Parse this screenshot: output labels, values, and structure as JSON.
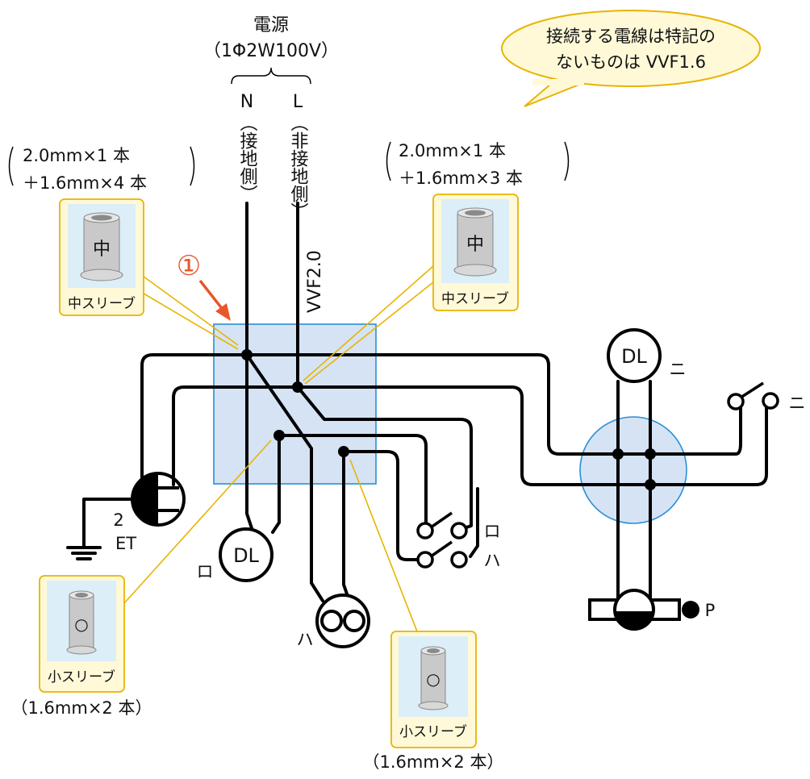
{
  "source": {
    "title": "電源",
    "spec": "（1Φ2W100V）",
    "neutral": "N",
    "neutral_side": "（接地側）",
    "line": "L",
    "line_side": "（非接地側）",
    "cable": "VVF2.0"
  },
  "callout": {
    "line1": "接続する電線は特記の",
    "line2": "ないものは VVF1.6"
  },
  "sleeve_left_top": {
    "note_line1": "2.0mm×1 本",
    "note_line2": "＋1.6mm×4 本",
    "mark": "中",
    "label": "中スリーブ"
  },
  "sleeve_right_top": {
    "note_line1": "2.0mm×1 本",
    "note_line2": "＋1.6mm×3 本",
    "mark": "中",
    "label": "中スリーブ"
  },
  "sleeve_left_bottom": {
    "mark": "○",
    "label": "小スリーブ",
    "note": "（1.6mm×2 本）"
  },
  "sleeve_right_bottom": {
    "mark": "○",
    "label": "小スリーブ",
    "note": "（1.6mm×2 本）"
  },
  "marker": "①",
  "outlet": {
    "count": "2",
    "type": "ET"
  },
  "lamps": {
    "dl_left": "DL",
    "dl_left_id": "ロ",
    "dl_right": "DL",
    "dl_right_id": "ニ",
    "pendant_id": "ハ"
  },
  "switches": {
    "ro": "ロ",
    "ha": "ハ",
    "ni": "ニ"
  },
  "pilot": "P",
  "colors": {
    "box_fill": "#d5e3f5",
    "box_stroke": "#2a8fd4",
    "callout_fill": "#fff9d8",
    "callout_stroke": "#e8b400",
    "marker": "#e8562a",
    "sleeve_photo_bg": "#dceef8"
  }
}
